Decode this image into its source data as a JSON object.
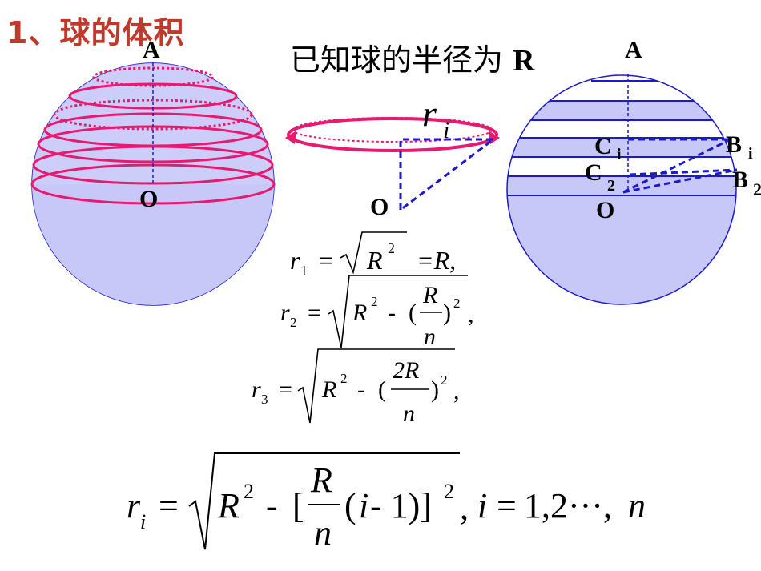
{
  "title": "1、球的体积",
  "given_text": "已知球的半径为",
  "given_symbol": "R",
  "sphere_left": {
    "top_label": "A",
    "center_label": "O"
  },
  "ring_figure": {
    "radius_label": "r",
    "radius_sub": "i",
    "center_label": "O"
  },
  "sphere_right": {
    "top_label": "A",
    "center_label": "O",
    "c_i_label": "C",
    "c_i_sub": "i",
    "c_2_label": "C",
    "c_2_sub": "2",
    "b_i_label": "B",
    "b_i_sub": "i",
    "b_2_label": "B",
    "b_2_sub": "2"
  },
  "formulas": {
    "f1": {
      "lhs": "r",
      "sub": "1",
      "eq": "=",
      "rhs_inside": "R",
      "sup": "2",
      "tail": "=R,"
    },
    "f2": {
      "lhs": "r",
      "sub": "2",
      "eq": "=",
      "R": "R",
      "sup": "2",
      "minus": "-",
      "lp": "(",
      "num": "R",
      "den": "n",
      "rp": ")",
      "sup2": "2",
      "tail": ","
    },
    "f3": {
      "lhs": "r",
      "sub": "3",
      "eq": "=",
      "R": "R",
      "sup": "2",
      "minus": "-",
      "lp": "(",
      "num": "2R",
      "den": "n",
      "rp": ")",
      "sup2": "2",
      "tail": ","
    },
    "fi": {
      "lhs": "r",
      "sub": "i",
      "eq": "=",
      "R": "R",
      "sup": "2",
      "minus": "-",
      "lb": "[",
      "num": "R",
      "den": "n",
      "paren": "(",
      "ivar": "i",
      "minus2": " - 1)]",
      "sup2": "2",
      "tail": ",",
      "i2": "i",
      "eq2": "=",
      "range": "1,2···,",
      "nvar": "n"
    }
  },
  "colors": {
    "sphere_fill": "#c8c8f8",
    "sphere_stroke": "#1a1acc",
    "ring": "#e8196e",
    "dash": "#1a1acc",
    "title": "#c0392b"
  }
}
